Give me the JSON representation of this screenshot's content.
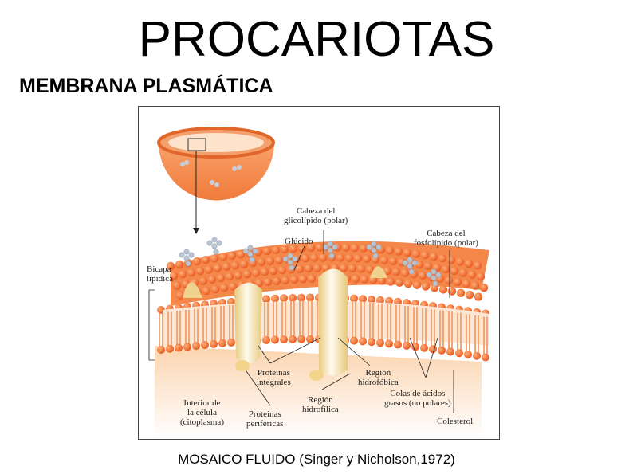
{
  "slide": {
    "title": "PROCARIOTAS",
    "subtitle": "MEMBRANA PLASMÁTICA",
    "caption": "MOSAICO FLUIDO (Singer y Nicholson,1972)"
  },
  "diagram": {
    "labels": {
      "cabeza_glicolipido_1": "Cabeza del",
      "cabeza_glicolipido_2": "glicolípido (polar)",
      "glucido": "Glúcido",
      "cabeza_fosfolipido_1": "Cabeza del",
      "cabeza_fosfolipido_2": "fosfolípido (polar)",
      "bicapa_1": "Bicapa",
      "bicapa_2": "lipídica",
      "proteinas_integrales_1": "Proteínas",
      "proteinas_integrales_2": "integrales",
      "region_hidrofobica_1": "Región",
      "region_hidrofobica_2": "hidrofóbica",
      "colas_1": "Colas de ácidos",
      "colas_2": "grasos (no polares)",
      "region_hidrofilica_1": "Región",
      "region_hidrofilica_2": "hidrofílica",
      "interior_1": "Interior de",
      "interior_2": "la célula",
      "interior_3": "(citoplasma)",
      "proteinas_perifericas_1": "Proteínas",
      "proteinas_perifericas_2": "periféricas",
      "colesterol": "Colesterol"
    },
    "colors": {
      "phospholipid_head": "#f26b2a",
      "membrane_top": "#f4874a",
      "protein": "#f1dfa0",
      "protein_glow": "#fff6d8",
      "tail": "#f6c39c",
      "glycan": "#b9c4d2",
      "cytoplasm": "#fde3c6"
    }
  }
}
